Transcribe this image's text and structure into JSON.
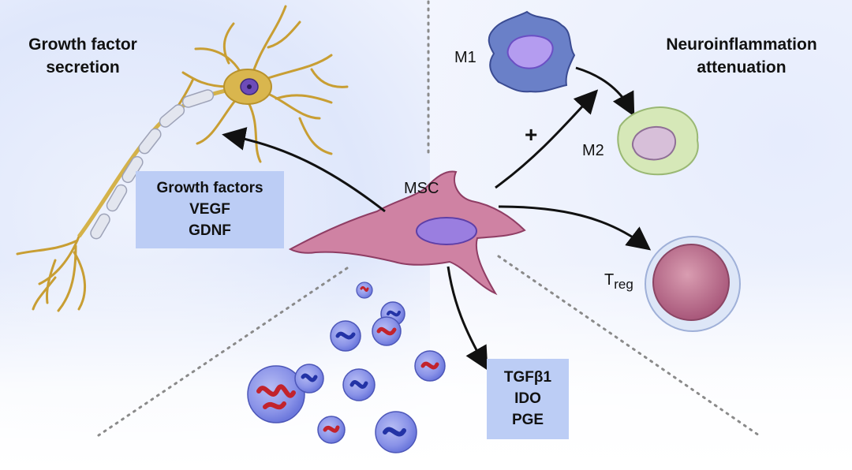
{
  "sections": {
    "growth_factor_title": [
      "Growth factor",
      "secretion"
    ],
    "neuroinflammation_title": [
      "Neuroinflammation",
      "attenuation"
    ]
  },
  "cells": {
    "msc": "MSC",
    "m1": "M1",
    "m2": "M2",
    "treg_main": "T",
    "treg_sub": "reg",
    "plus": "+"
  },
  "growth_factors_box": [
    "Growth factors",
    "VEGF",
    "GDNF"
  ],
  "immunomodulators_box": [
    "TGFβ1",
    "IDO",
    "PGE"
  ],
  "colors": {
    "background_left": "#dfe7fb",
    "box_fill": "#bccdf5",
    "msc_cell": "#c0678f",
    "msc_nucleus": "#8f72d6",
    "neuron": "#d4b24a",
    "myelin": "#d8dbe6",
    "m1_cell": "#5a6fb8",
    "m2_cell": "#cfe3b0",
    "treg_cell": "#b56a82",
    "lymphocyte": "#6c78dc",
    "chromosome_red": "#c2232c",
    "chromosome_blue": "#2333a6"
  }
}
